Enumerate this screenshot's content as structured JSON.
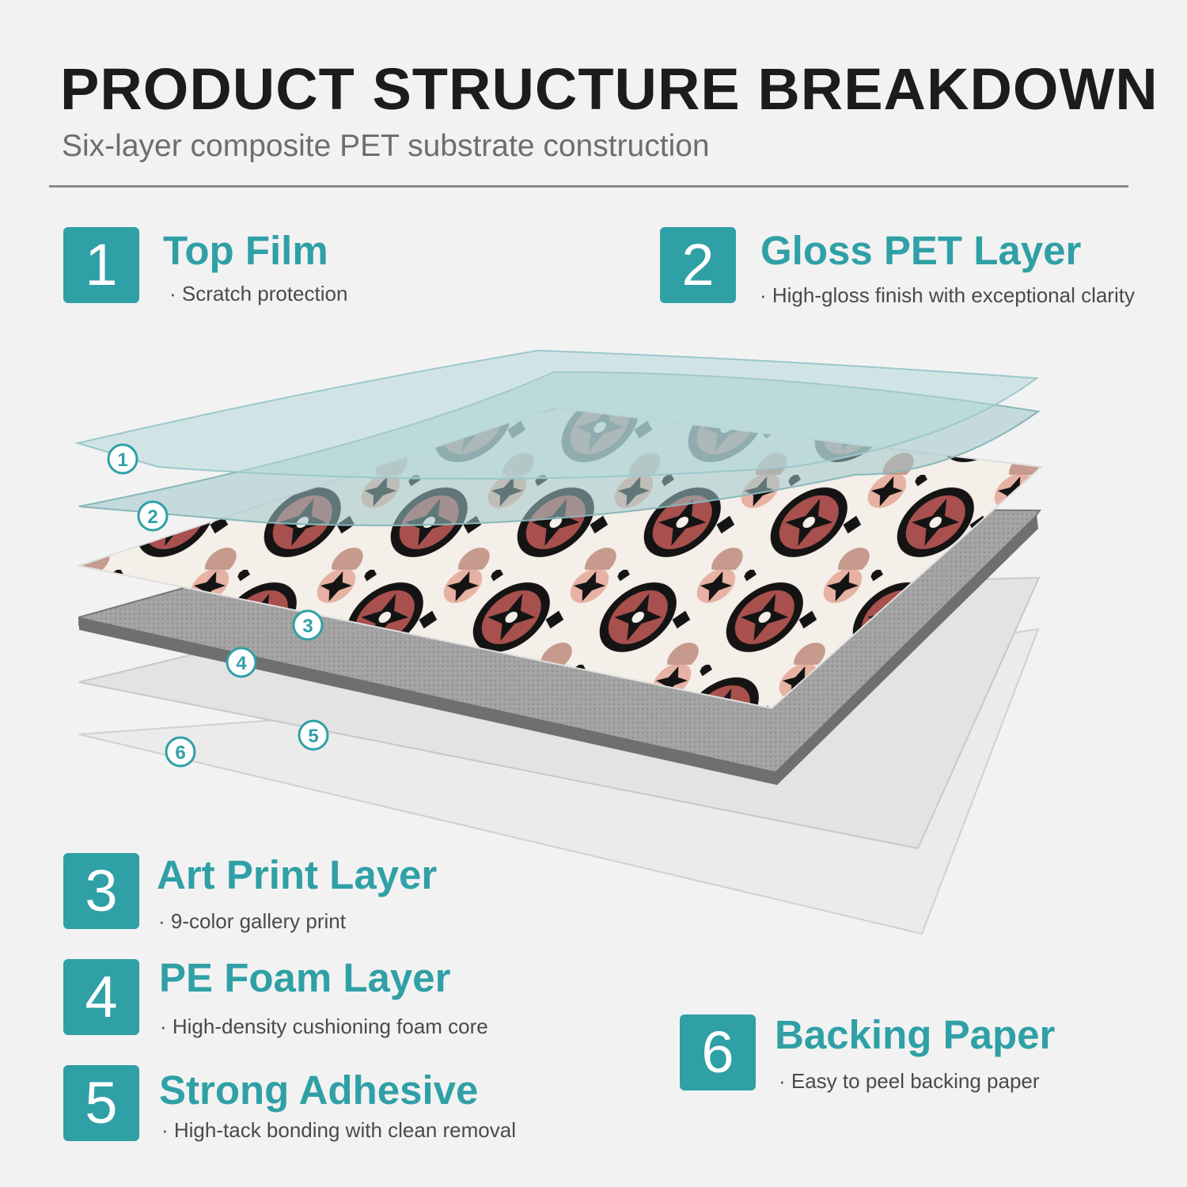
{
  "header": {
    "title": "PRODUCT STRUCTURE BREAKDOWN",
    "subtitle": "Six-layer composite PET substrate construction"
  },
  "layers": [
    {
      "number": "1",
      "title": "Top Film",
      "desc": "· Scratch protection",
      "marker": "①"
    },
    {
      "number": "2",
      "title": "Gloss PET Layer",
      "desc": "· High-gloss finish with exceptional clarity",
      "marker": "②"
    },
    {
      "number": "3",
      "title": "Art Print Layer",
      "desc": "· 9-color gallery print",
      "marker": "③"
    },
    {
      "number": "4",
      "title": "PE Foam Layer",
      "desc": "· High-density cushioning foam core",
      "marker": "④"
    },
    {
      "number": "5",
      "title": "Strong Adhesive",
      "desc": "· High-tack bonding with clean removal",
      "marker": "⑤"
    },
    {
      "number": "6",
      "title": "Backing Paper",
      "desc": "· Easy to peel backing paper",
      "marker": "⑥"
    }
  ],
  "colors": {
    "accent": "#2fa0a6",
    "tile_red": "#a8504d",
    "tile_black": "#141414",
    "tile_blush": "#e7b2a3",
    "foam_gray": "#9b9b9b"
  }
}
